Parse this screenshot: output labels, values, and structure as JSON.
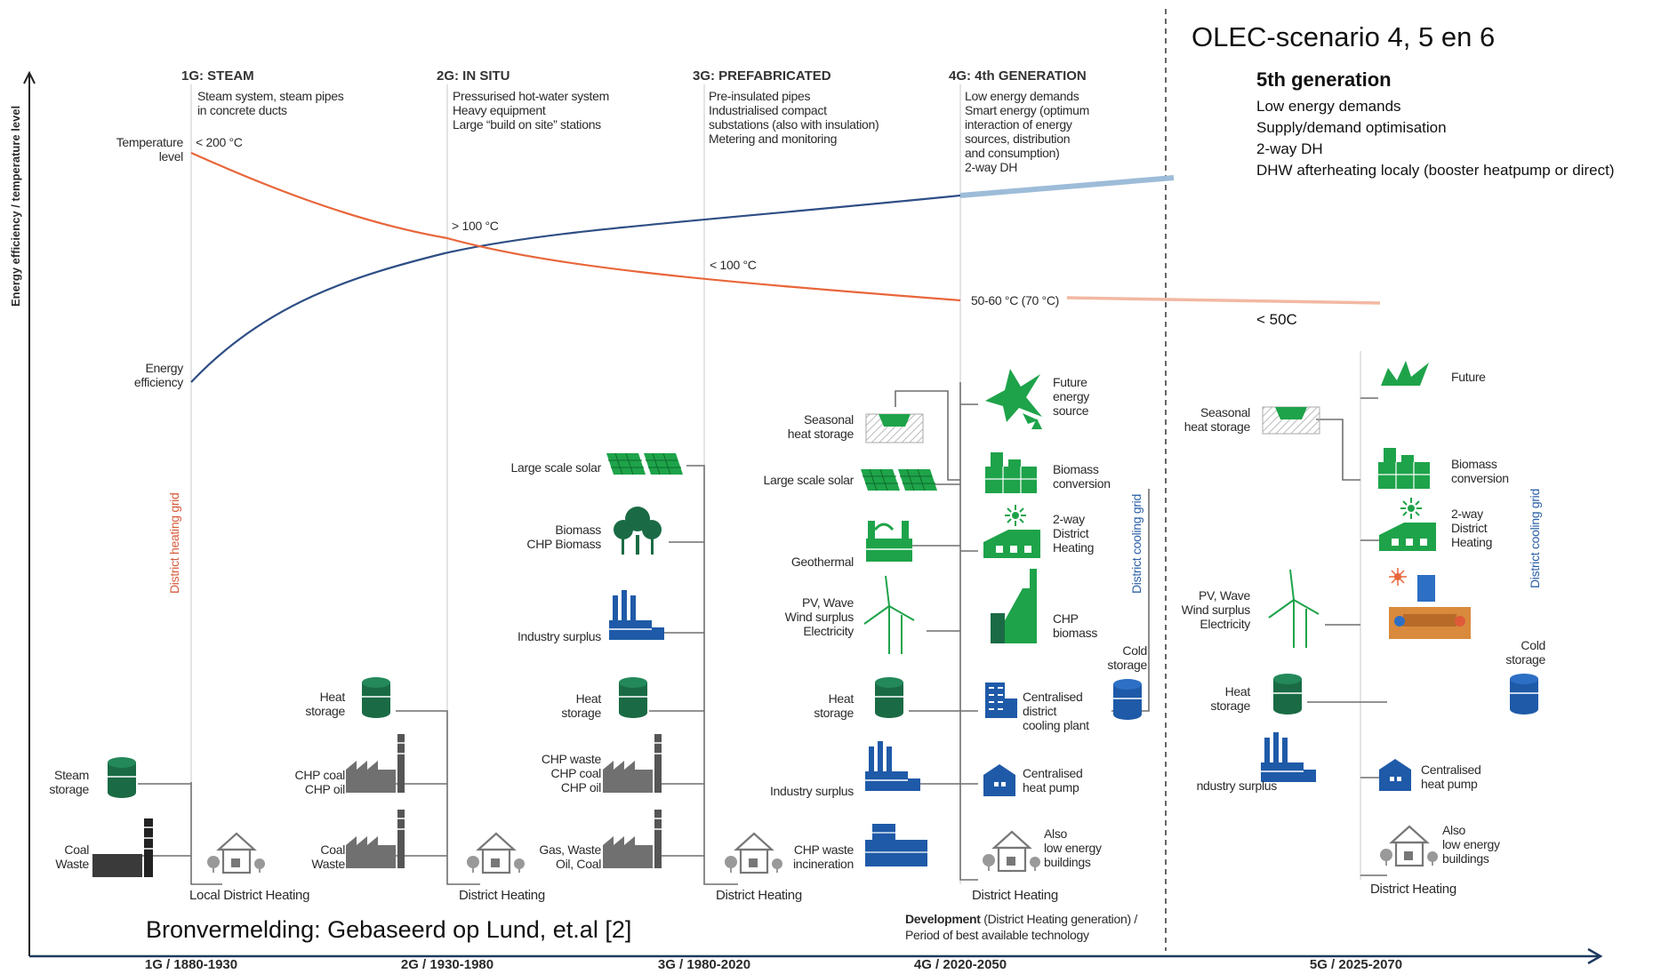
{
  "generations": [
    {
      "title": "1G: STEAM",
      "desc": "Steam system, steam pipes\nin concrete ducts",
      "temp": "< 200 °C",
      "period": "1G / 1880-1930",
      "grid_label": "Local District Heating"
    },
    {
      "title": "2G: IN SITU",
      "desc": "Pressurised hot-water system\nHeavy equipment\nLarge “build on site” stations",
      "temp": "> 100 °C",
      "period": "2G / 1930-1980",
      "grid_label": "District Heating"
    },
    {
      "title": "3G: PREFABRICATED",
      "desc": "Pre-insulated pipes\nIndustrialised compact\nsubstations (also with insulation)\nMetering and monitoring",
      "temp": "< 100 °C",
      "period": "3G / 1980-2020",
      "grid_label": "District Heating"
    },
    {
      "title": "4G: 4th GENERATION",
      "desc": "Low energy demands\nSmart energy (optimum\ninteraction of energy\nsources, distribution\nand consumption)\n2-way DH",
      "temp": "50-60 °C (70 °C)",
      "period": "4G / 2020-2050",
      "grid_label": "District Heating"
    },
    {
      "period": "5G / 2025-2070",
      "grid_label": "District Heating"
    }
  ],
  "scenario_title": "OLEC-scenario 4, 5 en 6",
  "fifth_gen": {
    "heading": "5th generation",
    "lines": [
      "Low energy demands",
      "Supply/demand optimisation",
      "2-way DH",
      "DHW afterheating localy (booster heatpump or direct)"
    ],
    "temp": "< 50C"
  },
  "axis": {
    "y_label": "Energy efficiency / temperature level",
    "temperature_label": "Temperature\nlevel",
    "efficiency_label": "Energy\nefficiency",
    "district_heating_grid": "District heating grid",
    "district_cooling_grid": "District cooling grid",
    "development_bold": "Development",
    "development_rest": " (District Heating generation) /",
    "development_line2": "Period of best available technology"
  },
  "source_note": "Bronvermelding: Gebaseerd op Lund, et.al [2]",
  "labels_1g": {
    "steam_storage": "Steam\nstorage",
    "coal_waste": "Coal\nWaste"
  },
  "labels_2g": {
    "heat_storage": "Heat\nstorage",
    "chp": "CHP coal\nCHP oil",
    "coal_waste": "Coal\nWaste"
  },
  "labels_3g": {
    "large_scale_solar": "Large scale solar",
    "biomass": "Biomass\nCHP Biomass",
    "industry_surplus": "Industry surplus",
    "heat_storage": "Heat\nstorage",
    "chp": "CHP waste\nCHP coal\nCHP oil",
    "fuels": "Gas, Waste\nOil, Coal"
  },
  "labels_4g_left": {
    "seasonal": "Seasonal\nheat storage",
    "large_scale_solar": "Large scale solar",
    "geothermal": "Geothermal",
    "pv_wind": "PV, Wave\nWind surplus\nElectricity",
    "heat_storage": "Heat\nstorage",
    "industry_surplus": "Industry surplus",
    "chp_waste": "CHP waste\nincineration"
  },
  "labels_4g_right": {
    "future": "Future\nenergy\nsource",
    "biomass": "Biomass\nconversion",
    "two_way": "2-way\nDistrict\nHeating",
    "chp_biomass": "CHP\nbiomass",
    "cooling_plant": "Centralised\ndistrict\ncooling plant",
    "heat_pump": "Centralised\nheat pump",
    "low_energy": "Also\nlow energy\nbuildings",
    "cold_storage": "Cold\nstorage"
  },
  "labels_5g_left": {
    "seasonal": "Seasonal\nheat storage",
    "pv_wind": "PV, Wave\nWind surplus\nElectricity",
    "heat_storage": "Heat\nstorage",
    "industry_surplus": "ndustry surplus"
  },
  "labels_5g_right": {
    "future": "Future",
    "biomass": "Biomass\nconversion",
    "two_way": "2-way\nDistrict\nHeating",
    "heat_pump": "Centralised\nheat pump",
    "low_energy": "Also\nlow energy\nbuildings",
    "cold_storage": "Cold\nstorage"
  },
  "colors": {
    "temperature": "#e8663a",
    "efficiency": "#2e4e85",
    "efficiency_future": "#9dbcd8",
    "temp_future": "#f2b8a2",
    "green": "#1ea34a",
    "dark_green": "#1d6b45",
    "blue": "#1f5aa8",
    "grey": "#6b6b6b"
  }
}
